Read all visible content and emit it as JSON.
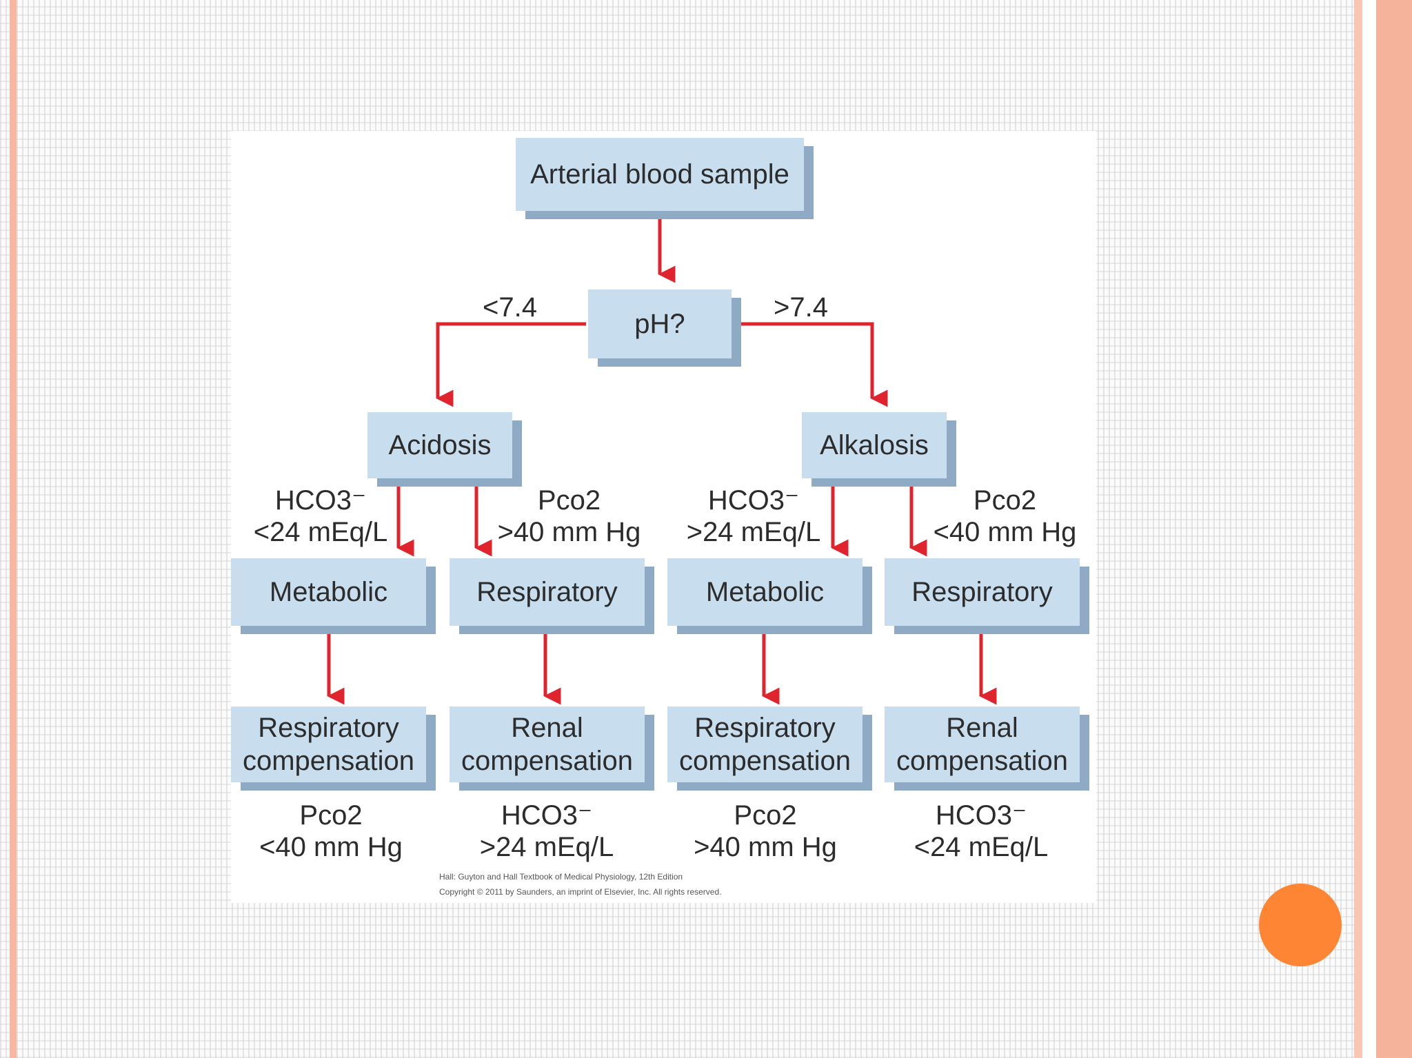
{
  "slide": {
    "accent_color": "#f7b7a3",
    "dot_color": "#fd8534"
  },
  "diagram": {
    "root": "Arterial blood sample",
    "decision": "pH?",
    "branch_low_label": "<7.4",
    "branch_high_label": ">7.4",
    "acidosis": {
      "label": "Acidosis",
      "metabolic_criterion": [
        "HCO3⁻",
        "<24 mEq/L"
      ],
      "respiratory_criterion": [
        "Pco2",
        ">40 mm Hg"
      ],
      "metabolic": "Metabolic",
      "respiratory": "Respiratory",
      "metabolic_compensation": [
        "Respiratory",
        "compensation"
      ],
      "respiratory_compensation": [
        "Renal",
        "compensation"
      ],
      "metabolic_comp_value": [
        "Pco2",
        "<40 mm Hg"
      ],
      "respiratory_comp_value": [
        "HCO3⁻",
        ">24 mEq/L"
      ]
    },
    "alkalosis": {
      "label": "Alkalosis",
      "metabolic_criterion": [
        "HCO3⁻",
        ">24 mEq/L"
      ],
      "respiratory_criterion": [
        "Pco2",
        "<40 mm Hg"
      ],
      "metabolic": "Metabolic",
      "respiratory": "Respiratory",
      "metabolic_compensation": [
        "Respiratory",
        "compensation"
      ],
      "respiratory_compensation": [
        "Renal",
        "compensation"
      ],
      "metabolic_comp_value": [
        "Pco2",
        ">40 mm Hg"
      ],
      "respiratory_comp_value": [
        "HCO3⁻",
        "<24 mEq/L"
      ]
    },
    "credit_line_1": "Hall: Guyton and Hall Textbook of Medical Physiology, 12th Edition",
    "credit_line_2": "Copyright © 2011 by Saunders, an imprint of Elsevier, Inc. All rights reserved."
  }
}
